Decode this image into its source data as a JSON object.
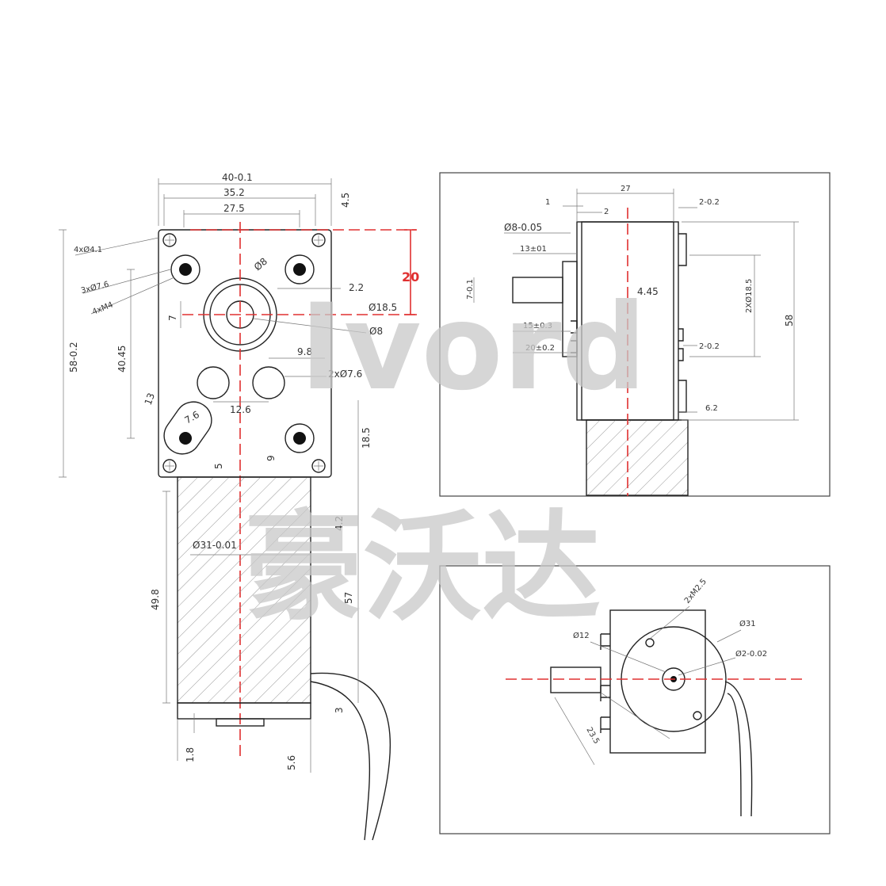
{
  "front_view": {
    "dims": {
      "width_total": "40-0.1",
      "width_1": "35.2",
      "width_2": "27.5",
      "top_offset": "4.5",
      "hole_a": "4xØ4.1",
      "hole_b": "3xØ7.6",
      "thread": "4xM4",
      "shaft_d": "Ø8",
      "d1": "2.2",
      "boss_d": "Ø18.5",
      "bore_d": "Ø8",
      "v7": "7",
      "v40": "40.45",
      "height_total": "58-0.2",
      "h98": "9.8",
      "holes2": "2xØ7.6",
      "h13": "13",
      "h76": "7.6",
      "h126": "12.6",
      "h185": "18.5",
      "h5": "5",
      "h9": "9"
    },
    "red_dim": "20"
  },
  "motor_view": {
    "dims": {
      "diameter": "Ø31-0.01",
      "len1": "49.8",
      "len2": "57",
      "h42": "4.2",
      "h3": "3",
      "h18": "1.8",
      "h56": "5.6"
    }
  },
  "side_view": {
    "dims": {
      "w1": "1",
      "w27": "27",
      "w2": "2",
      "r1": "2-0.2",
      "shaft": "Ø8-0.05",
      "k13": "13±01",
      "k7": "7-0.1",
      "k445": "4.45",
      "k2x": "2XØ18.5",
      "k58": "58",
      "k15": "15±0.3",
      "k20": "20±0.2",
      "r2": "2-0.2",
      "k62": "6.2"
    }
  },
  "end_view": {
    "dims": {
      "m25": "2xM2.5",
      "d12": "Ø12",
      "d31": "Ø31",
      "d2": "Ø2-0.02",
      "l235": "23.5"
    }
  },
  "watermark": {
    "latin": "Ivord",
    "cjk": "豪沃达"
  }
}
